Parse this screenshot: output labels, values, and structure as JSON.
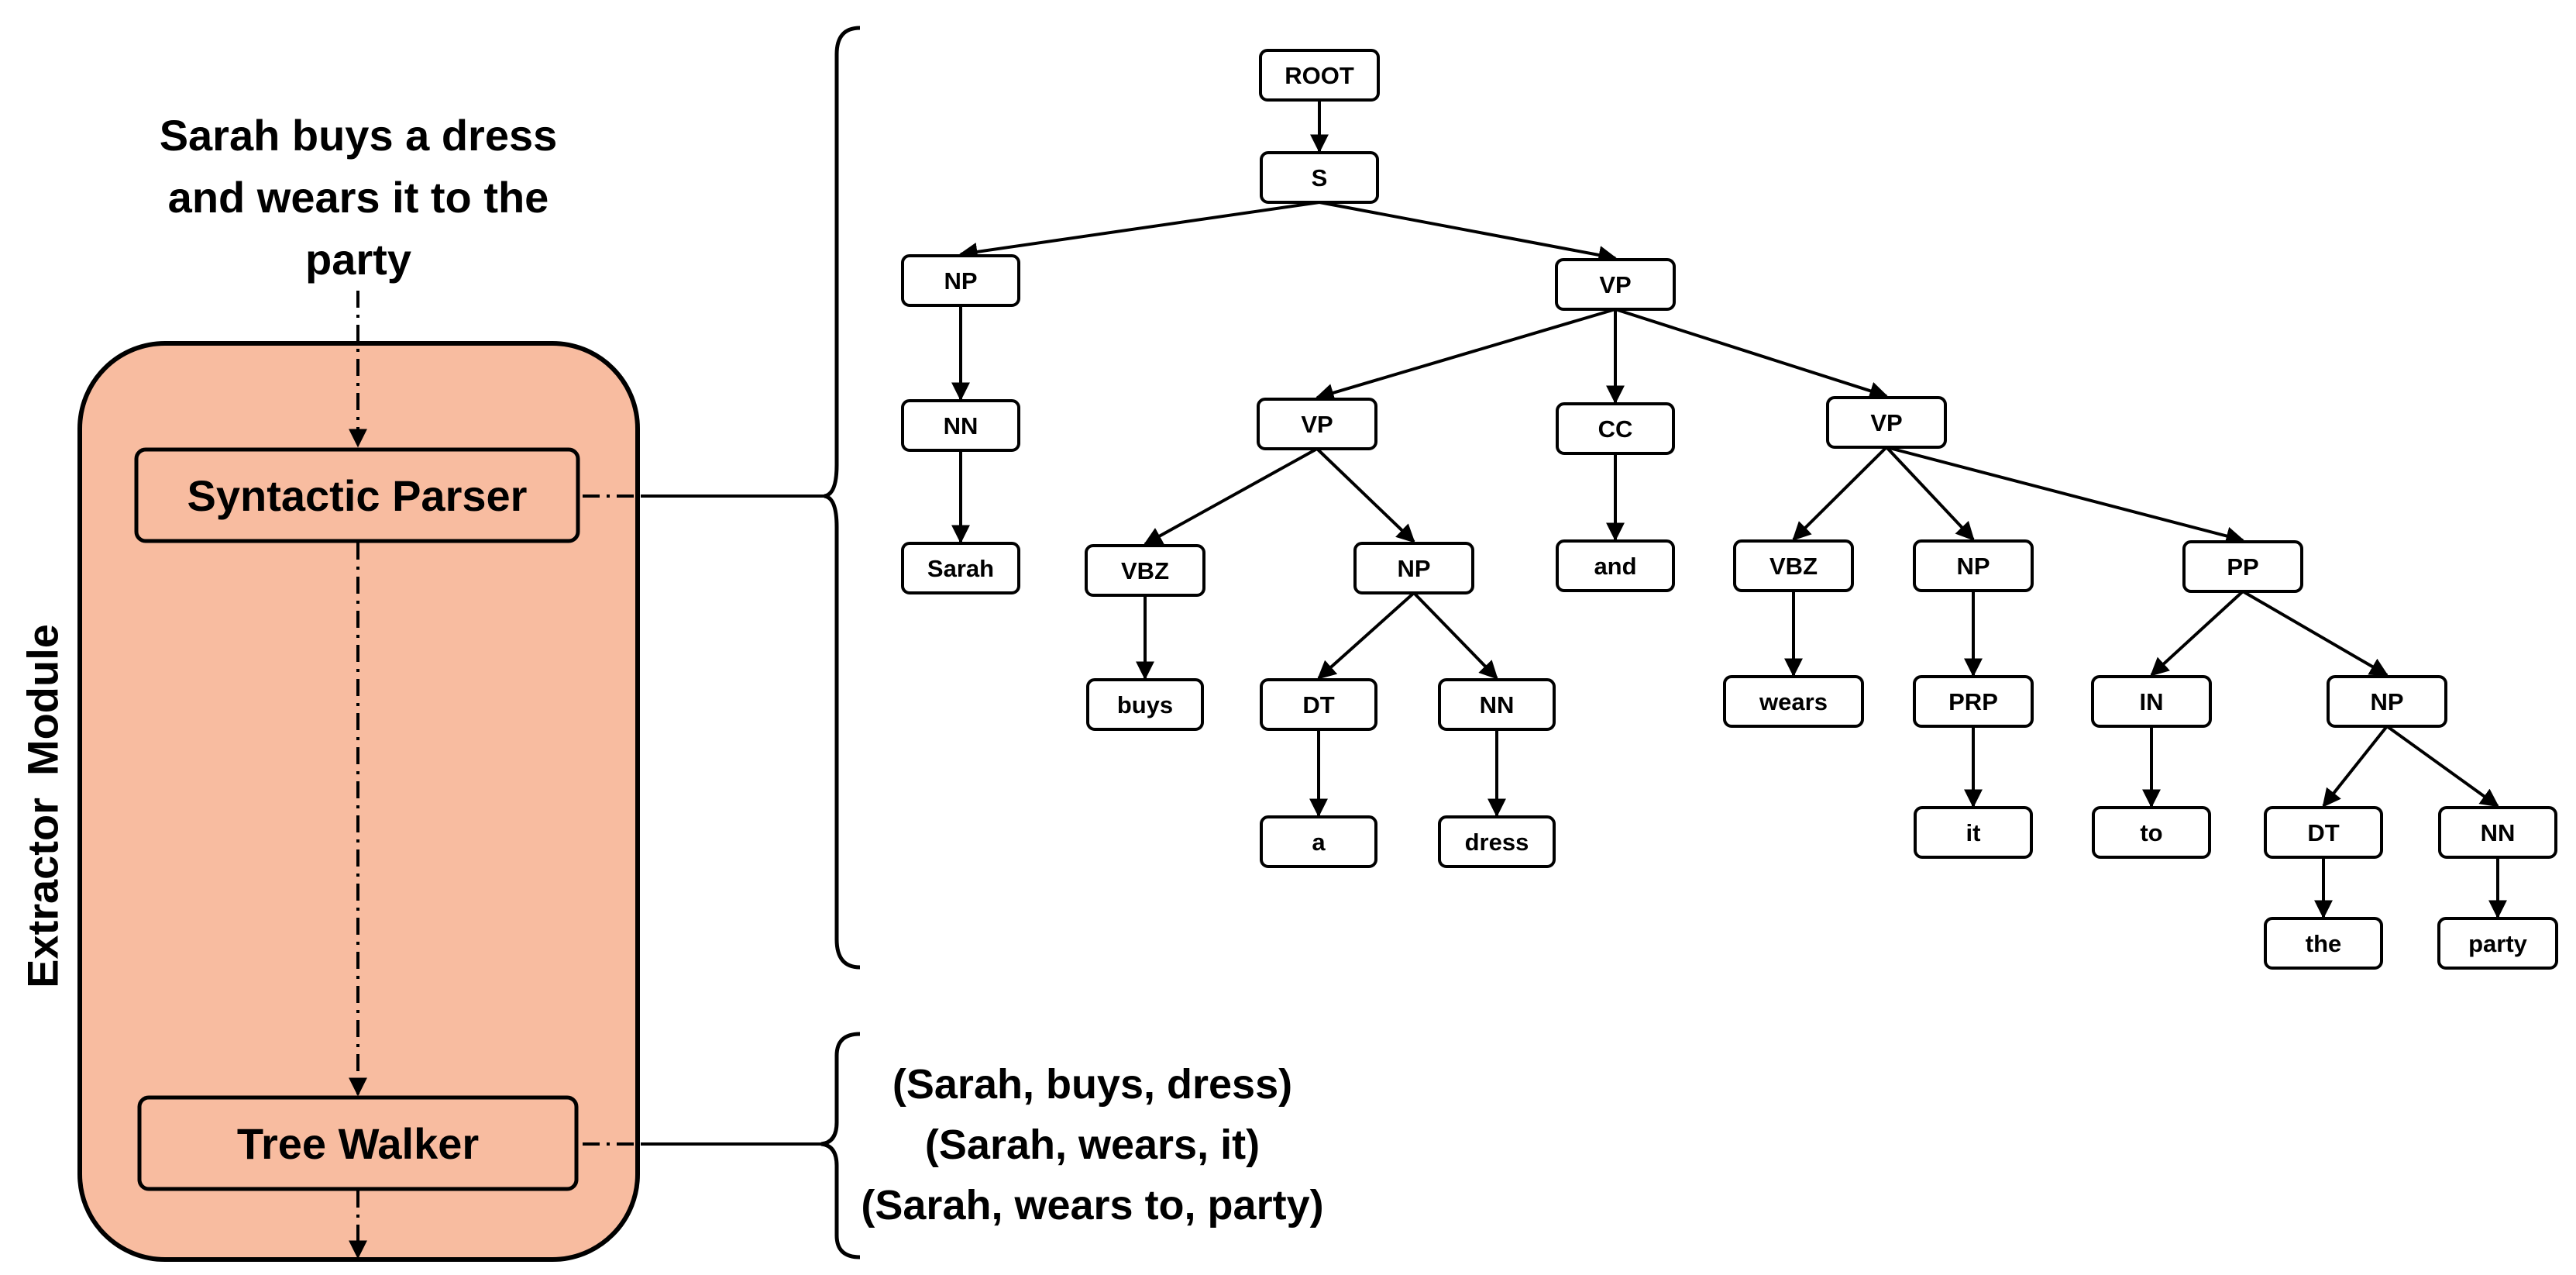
{
  "input_sentence": "Sarah buys a dress and wears it to the party",
  "module": {
    "label_words": [
      "Extractor",
      "Module"
    ],
    "components": {
      "parser": "Syntactic Parser",
      "walker": "Tree Walker"
    },
    "fill_color": "#f8bca0"
  },
  "parse_tree": {
    "nodes": [
      {
        "id": "n_root",
        "label": "ROOT"
      },
      {
        "id": "n_s",
        "label": "S"
      },
      {
        "id": "n_np1",
        "label": "NP"
      },
      {
        "id": "n_nn1",
        "label": "NN"
      },
      {
        "id": "n_sarah",
        "label": "Sarah"
      },
      {
        "id": "n_vp_main",
        "label": "VP"
      },
      {
        "id": "n_vp1",
        "label": "VP"
      },
      {
        "id": "n_vbz1",
        "label": "VBZ"
      },
      {
        "id": "n_buys",
        "label": "buys"
      },
      {
        "id": "n_np2",
        "label": "NP"
      },
      {
        "id": "n_dt1",
        "label": "DT"
      },
      {
        "id": "n_a",
        "label": "a"
      },
      {
        "id": "n_nn2",
        "label": "NN"
      },
      {
        "id": "n_dress",
        "label": "dress"
      },
      {
        "id": "n_cc",
        "label": "CC"
      },
      {
        "id": "n_and",
        "label": "and"
      },
      {
        "id": "n_vp2",
        "label": "VP"
      },
      {
        "id": "n_vbz2",
        "label": "VBZ"
      },
      {
        "id": "n_wears",
        "label": "wears"
      },
      {
        "id": "n_np3",
        "label": "NP"
      },
      {
        "id": "n_prp",
        "label": "PRP"
      },
      {
        "id": "n_it",
        "label": "it"
      },
      {
        "id": "n_pp",
        "label": "PP"
      },
      {
        "id": "n_in",
        "label": "IN"
      },
      {
        "id": "n_to",
        "label": "to"
      },
      {
        "id": "n_np4",
        "label": "NP"
      },
      {
        "id": "n_dt2",
        "label": "DT"
      },
      {
        "id": "n_the",
        "label": "the"
      },
      {
        "id": "n_nn3",
        "label": "NN"
      },
      {
        "id": "n_party",
        "label": "party"
      }
    ],
    "edges": [
      [
        "n_root",
        "n_s"
      ],
      [
        "n_s",
        "n_np1"
      ],
      [
        "n_s",
        "n_vp_main"
      ],
      [
        "n_np1",
        "n_nn1"
      ],
      [
        "n_nn1",
        "n_sarah"
      ],
      [
        "n_vp_main",
        "n_vp1"
      ],
      [
        "n_vp_main",
        "n_cc"
      ],
      [
        "n_vp_main",
        "n_vp2"
      ],
      [
        "n_vp1",
        "n_vbz1"
      ],
      [
        "n_vp1",
        "n_np2"
      ],
      [
        "n_vbz1",
        "n_buys"
      ],
      [
        "n_np2",
        "n_dt1"
      ],
      [
        "n_np2",
        "n_nn2"
      ],
      [
        "n_dt1",
        "n_a"
      ],
      [
        "n_nn2",
        "n_dress"
      ],
      [
        "n_cc",
        "n_and"
      ],
      [
        "n_vp2",
        "n_vbz2"
      ],
      [
        "n_vp2",
        "n_np3"
      ],
      [
        "n_vp2",
        "n_pp"
      ],
      [
        "n_vbz2",
        "n_wears"
      ],
      [
        "n_np3",
        "n_prp"
      ],
      [
        "n_prp",
        "n_it"
      ],
      [
        "n_pp",
        "n_in"
      ],
      [
        "n_pp",
        "n_np4"
      ],
      [
        "n_in",
        "n_to"
      ],
      [
        "n_np4",
        "n_dt2"
      ],
      [
        "n_np4",
        "n_nn3"
      ],
      [
        "n_dt2",
        "n_the"
      ],
      [
        "n_nn3",
        "n_party"
      ]
    ]
  },
  "triples": [
    "(Sarah, buys, dress)",
    "(Sarah, wears, it)",
    "(Sarah, wears to, party)"
  ]
}
